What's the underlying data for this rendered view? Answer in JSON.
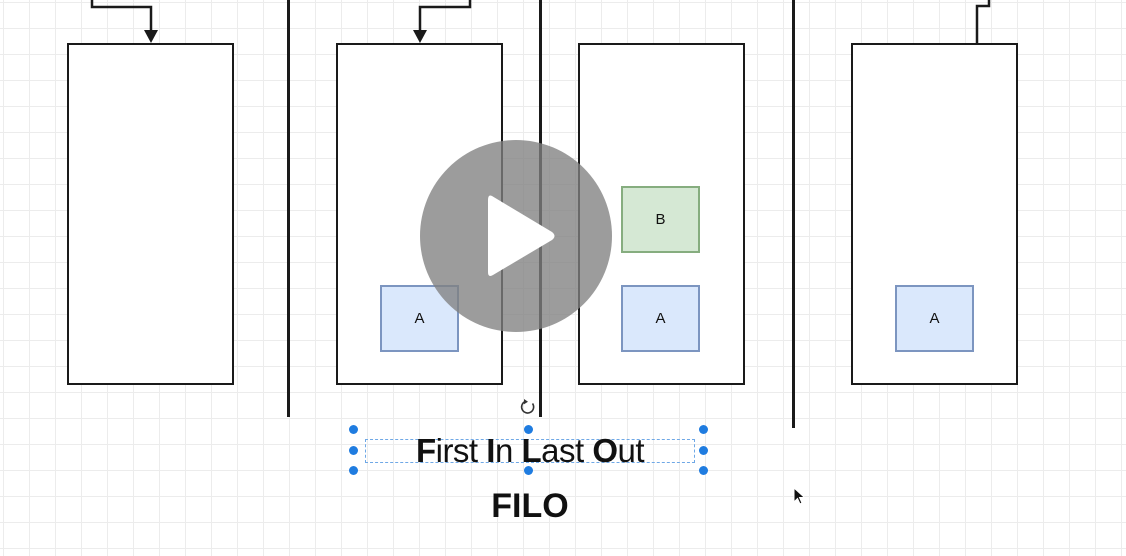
{
  "diagram": {
    "stacks": [
      {
        "items": []
      },
      {
        "items": [
          {
            "label": "A",
            "color": "blue"
          }
        ]
      },
      {
        "items": [
          {
            "label": "B",
            "color": "green"
          },
          {
            "label": "A",
            "color": "blue"
          }
        ]
      },
      {
        "items": [
          {
            "label": "A",
            "color": "blue"
          }
        ]
      }
    ],
    "caption": {
      "line1_parts": [
        "F",
        "irst ",
        "I",
        "n ",
        "L",
        "ast ",
        "O",
        "ut"
      ],
      "line2": "FILO"
    }
  },
  "colors": {
    "item_blue_fill": "#dae8fc",
    "item_green_fill": "#d5e8d4",
    "selection_handle": "#1f7ce0",
    "play_overlay": "#808080"
  },
  "icons": {
    "play": "play-icon",
    "rotate": "rotate-icon",
    "cursor": "mouse-cursor-icon"
  }
}
